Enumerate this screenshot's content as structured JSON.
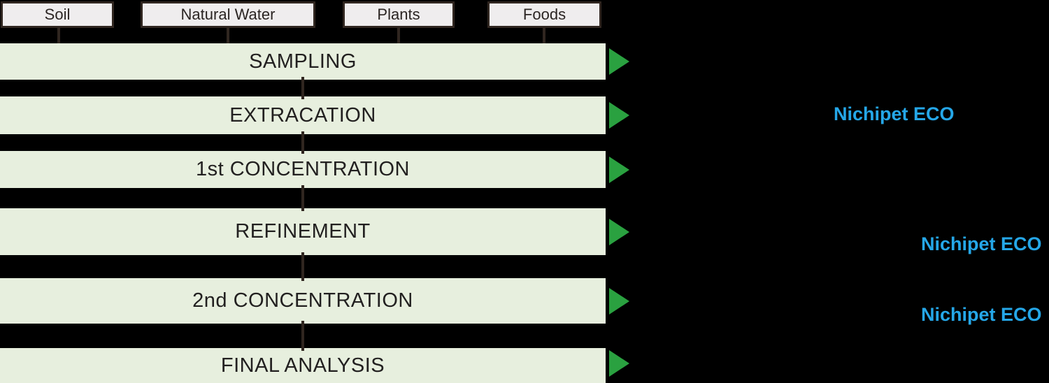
{
  "colors": {
    "bg": "#000000",
    "bar-fill": "#e7efde",
    "arrow-green": "#2aa140",
    "box-fill": "#efedee",
    "line-dark": "#302620",
    "blue": "#25a7e8"
  },
  "sources": [
    {
      "label": "Soil"
    },
    {
      "label": "Natural Water"
    },
    {
      "label": "Plants"
    },
    {
      "label": "Foods"
    }
  ],
  "steps": [
    {
      "label": "SAMPLING"
    },
    {
      "label": "EXTRACATION"
    },
    {
      "label": "1st CONCENTRATION"
    },
    {
      "label": "REFINEMENT"
    },
    {
      "label": "2nd CONCENTRATION"
    },
    {
      "label": "FINAL ANALYSIS"
    }
  ],
  "annotations": [
    {
      "text": "Nichipet ECO"
    },
    {
      "text": "Nichipet ECO"
    },
    {
      "text": "Nichipet ECO"
    }
  ]
}
